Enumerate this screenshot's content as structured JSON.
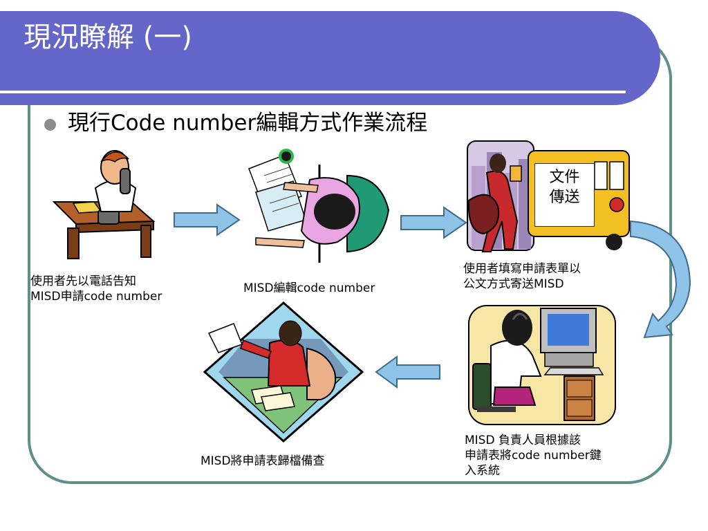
{
  "slide": {
    "title": "現況瞭解 (一)",
    "bullet": "現行Code number編輯方式作業流程"
  },
  "steps": [
    {
      "id": "user-phone",
      "lines": [
        "使用者先以電話告知",
        "MISD申請code number"
      ]
    },
    {
      "id": "misd-edit",
      "lines": [
        "MISD編輯code number"
      ]
    },
    {
      "id": "user-mail",
      "lines": [
        "使用者填寫申請表單以",
        "公文方式寄送MISD"
      ]
    },
    {
      "id": "misd-keyin",
      "lines": [
        "MISD 負責人員根據該",
        "申請表將code number鍵",
        "入系統"
      ]
    },
    {
      "id": "misd-file",
      "lines": [
        "MISD將申請表歸檔備查"
      ]
    }
  ],
  "delivery_sign": {
    "lines": [
      "文件",
      "傳送"
    ]
  },
  "colors": {
    "title_band": "#6466ca",
    "frame": "#5f8f86",
    "arrow": "#8fc3e8",
    "bullet": "#8c8c8c"
  },
  "icons": [
    "phone-call-icon",
    "desk-work-icon",
    "courier-icon",
    "school-bus-icon",
    "computer-operator-icon",
    "filing-icon",
    "flow-arrow-icon"
  ]
}
